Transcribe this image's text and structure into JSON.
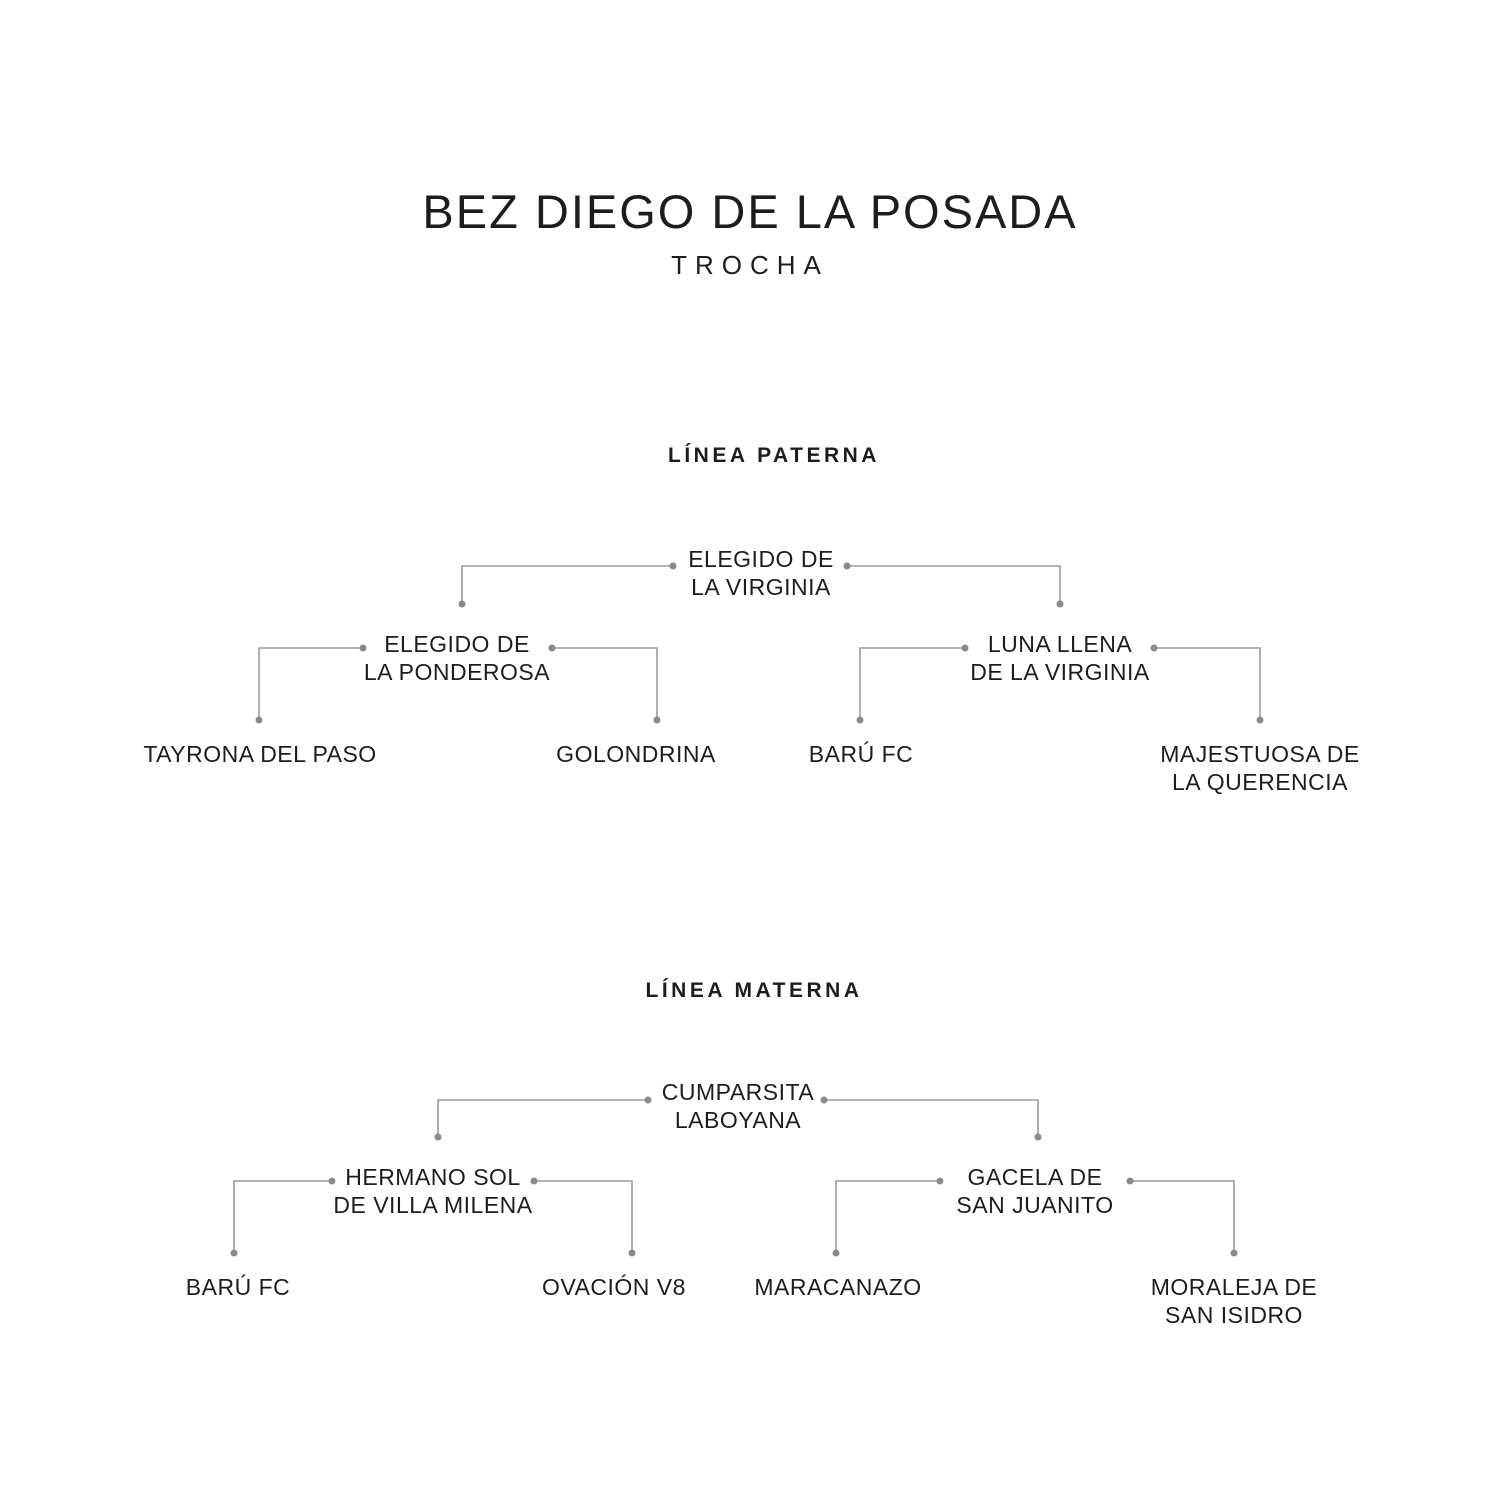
{
  "title": "BEZ DIEGO DE LA POSADA",
  "subtitle": "TROCHA",
  "colors": {
    "text": "#1d1d1b",
    "line": "#9c9c9c",
    "dot": "#8a8a8a",
    "bg": "#ffffff"
  },
  "pedigree": {
    "paternal": {
      "heading": "LÍNEA PATERNA",
      "root": {
        "line1": "ELEGIDO DE",
        "line2": "LA VIRGINIA"
      },
      "sire": {
        "line1": "ELEGIDO DE",
        "line2": "LA PONDEROSA"
      },
      "dam": {
        "line1": "LUNA LLENA",
        "line2": "DE LA VIRGINIA"
      },
      "sire_sire": {
        "line1": "TAYRONA DEL PASO",
        "line2": ""
      },
      "sire_dam": {
        "line1": "GOLONDRINA",
        "line2": ""
      },
      "dam_sire": {
        "line1": "BARÚ FC",
        "line2": ""
      },
      "dam_dam": {
        "line1": "MAJESTUOSA DE",
        "line2": "LA QUERENCIA"
      }
    },
    "maternal": {
      "heading": "LÍNEA MATERNA",
      "root": {
        "line1": "CUMPARSITA",
        "line2": "LABOYANA"
      },
      "sire": {
        "line1": "HERMANO SOL",
        "line2": "DE VILLA MILENA"
      },
      "dam": {
        "line1": "GACELA DE",
        "line2": "SAN JUANITO"
      },
      "sire_sire": {
        "line1": "BARÚ FC",
        "line2": ""
      },
      "sire_dam": {
        "line1": "OVACIÓN V8",
        "line2": ""
      },
      "dam_sire": {
        "line1": "MARACANAZO",
        "line2": ""
      },
      "dam_dam": {
        "line1": "MORALEJA DE",
        "line2": "SAN ISIDRO"
      }
    }
  }
}
